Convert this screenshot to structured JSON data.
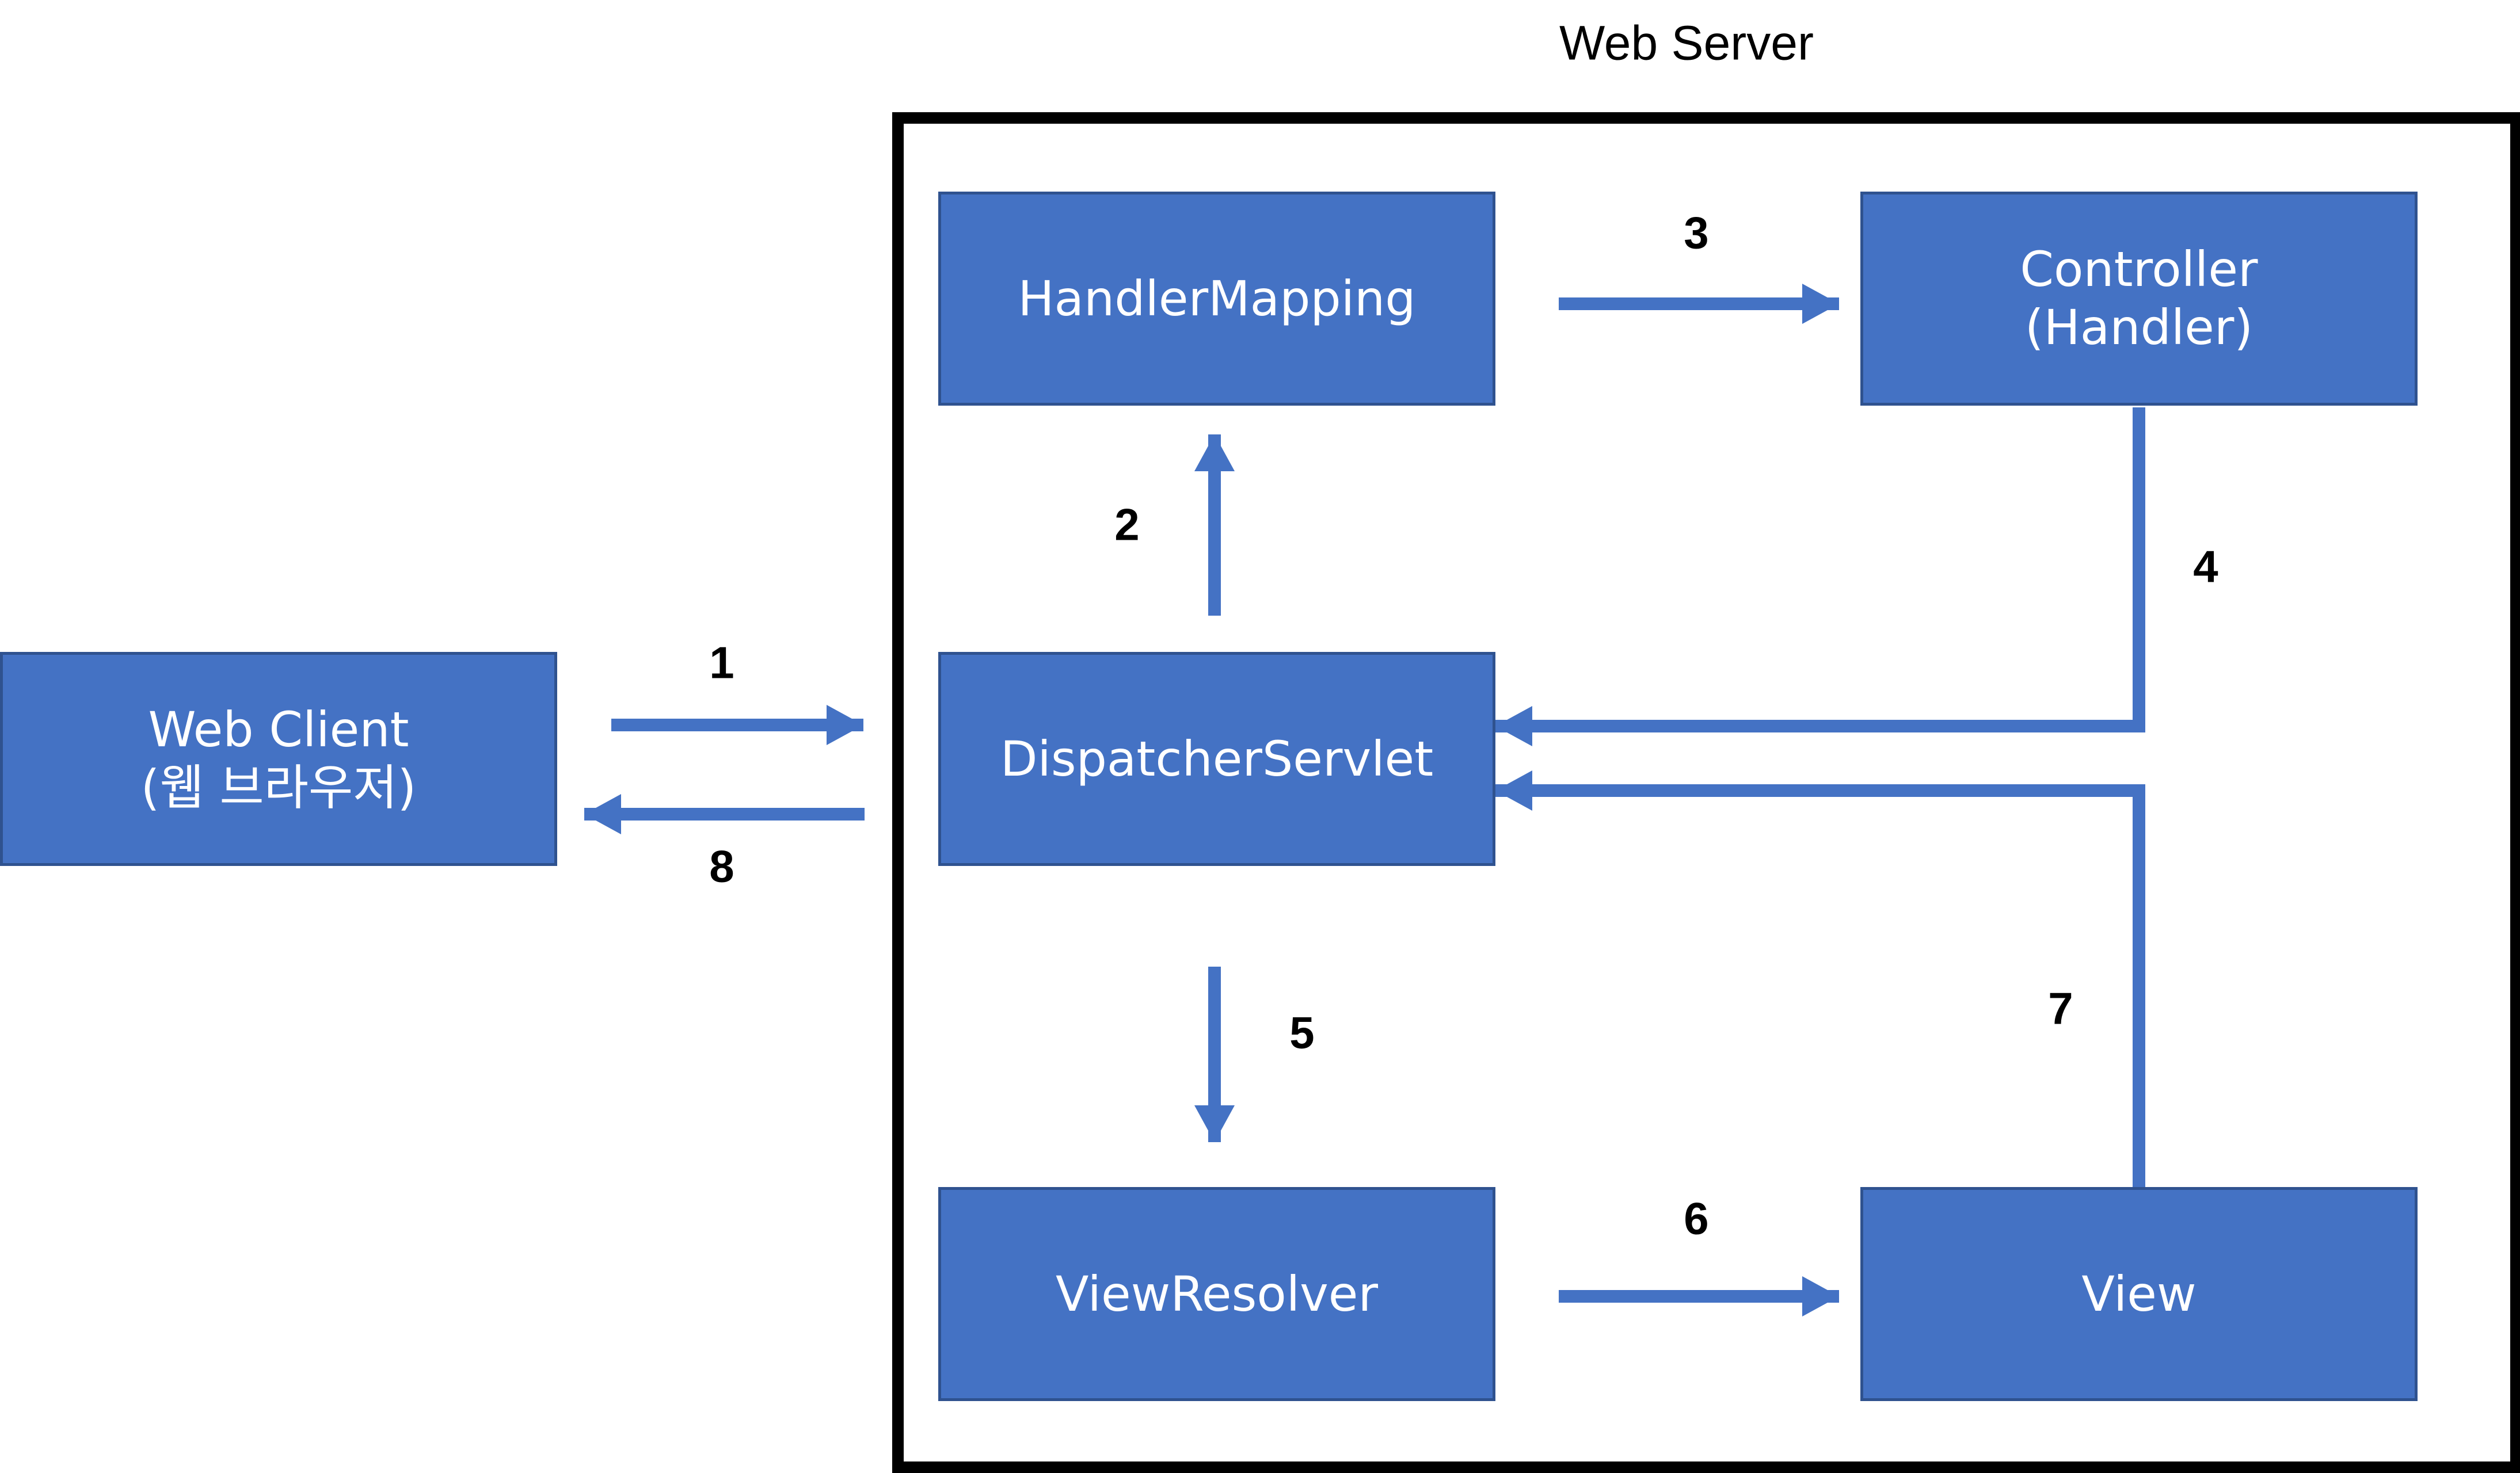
{
  "server_label": "Web Server",
  "nodes": {
    "web_client": {
      "line1": "Web Client",
      "line2": "(웹 브라우저)"
    },
    "handler_mapping": {
      "line1": "HandlerMapping"
    },
    "controller": {
      "line1": "Controller",
      "line2": "(Handler)"
    },
    "dispatcher_servlet": {
      "line1": "DispatcherServlet"
    },
    "view_resolver": {
      "line1": "ViewResolver"
    },
    "view": {
      "line1": "View"
    }
  },
  "steps": [
    "1",
    "2",
    "3",
    "4",
    "5",
    "6",
    "7",
    "8"
  ],
  "colors": {
    "box_fill": "#4472c4",
    "box_border": "#2f528f",
    "arrow": "#4472c4",
    "frame": "#000000"
  }
}
